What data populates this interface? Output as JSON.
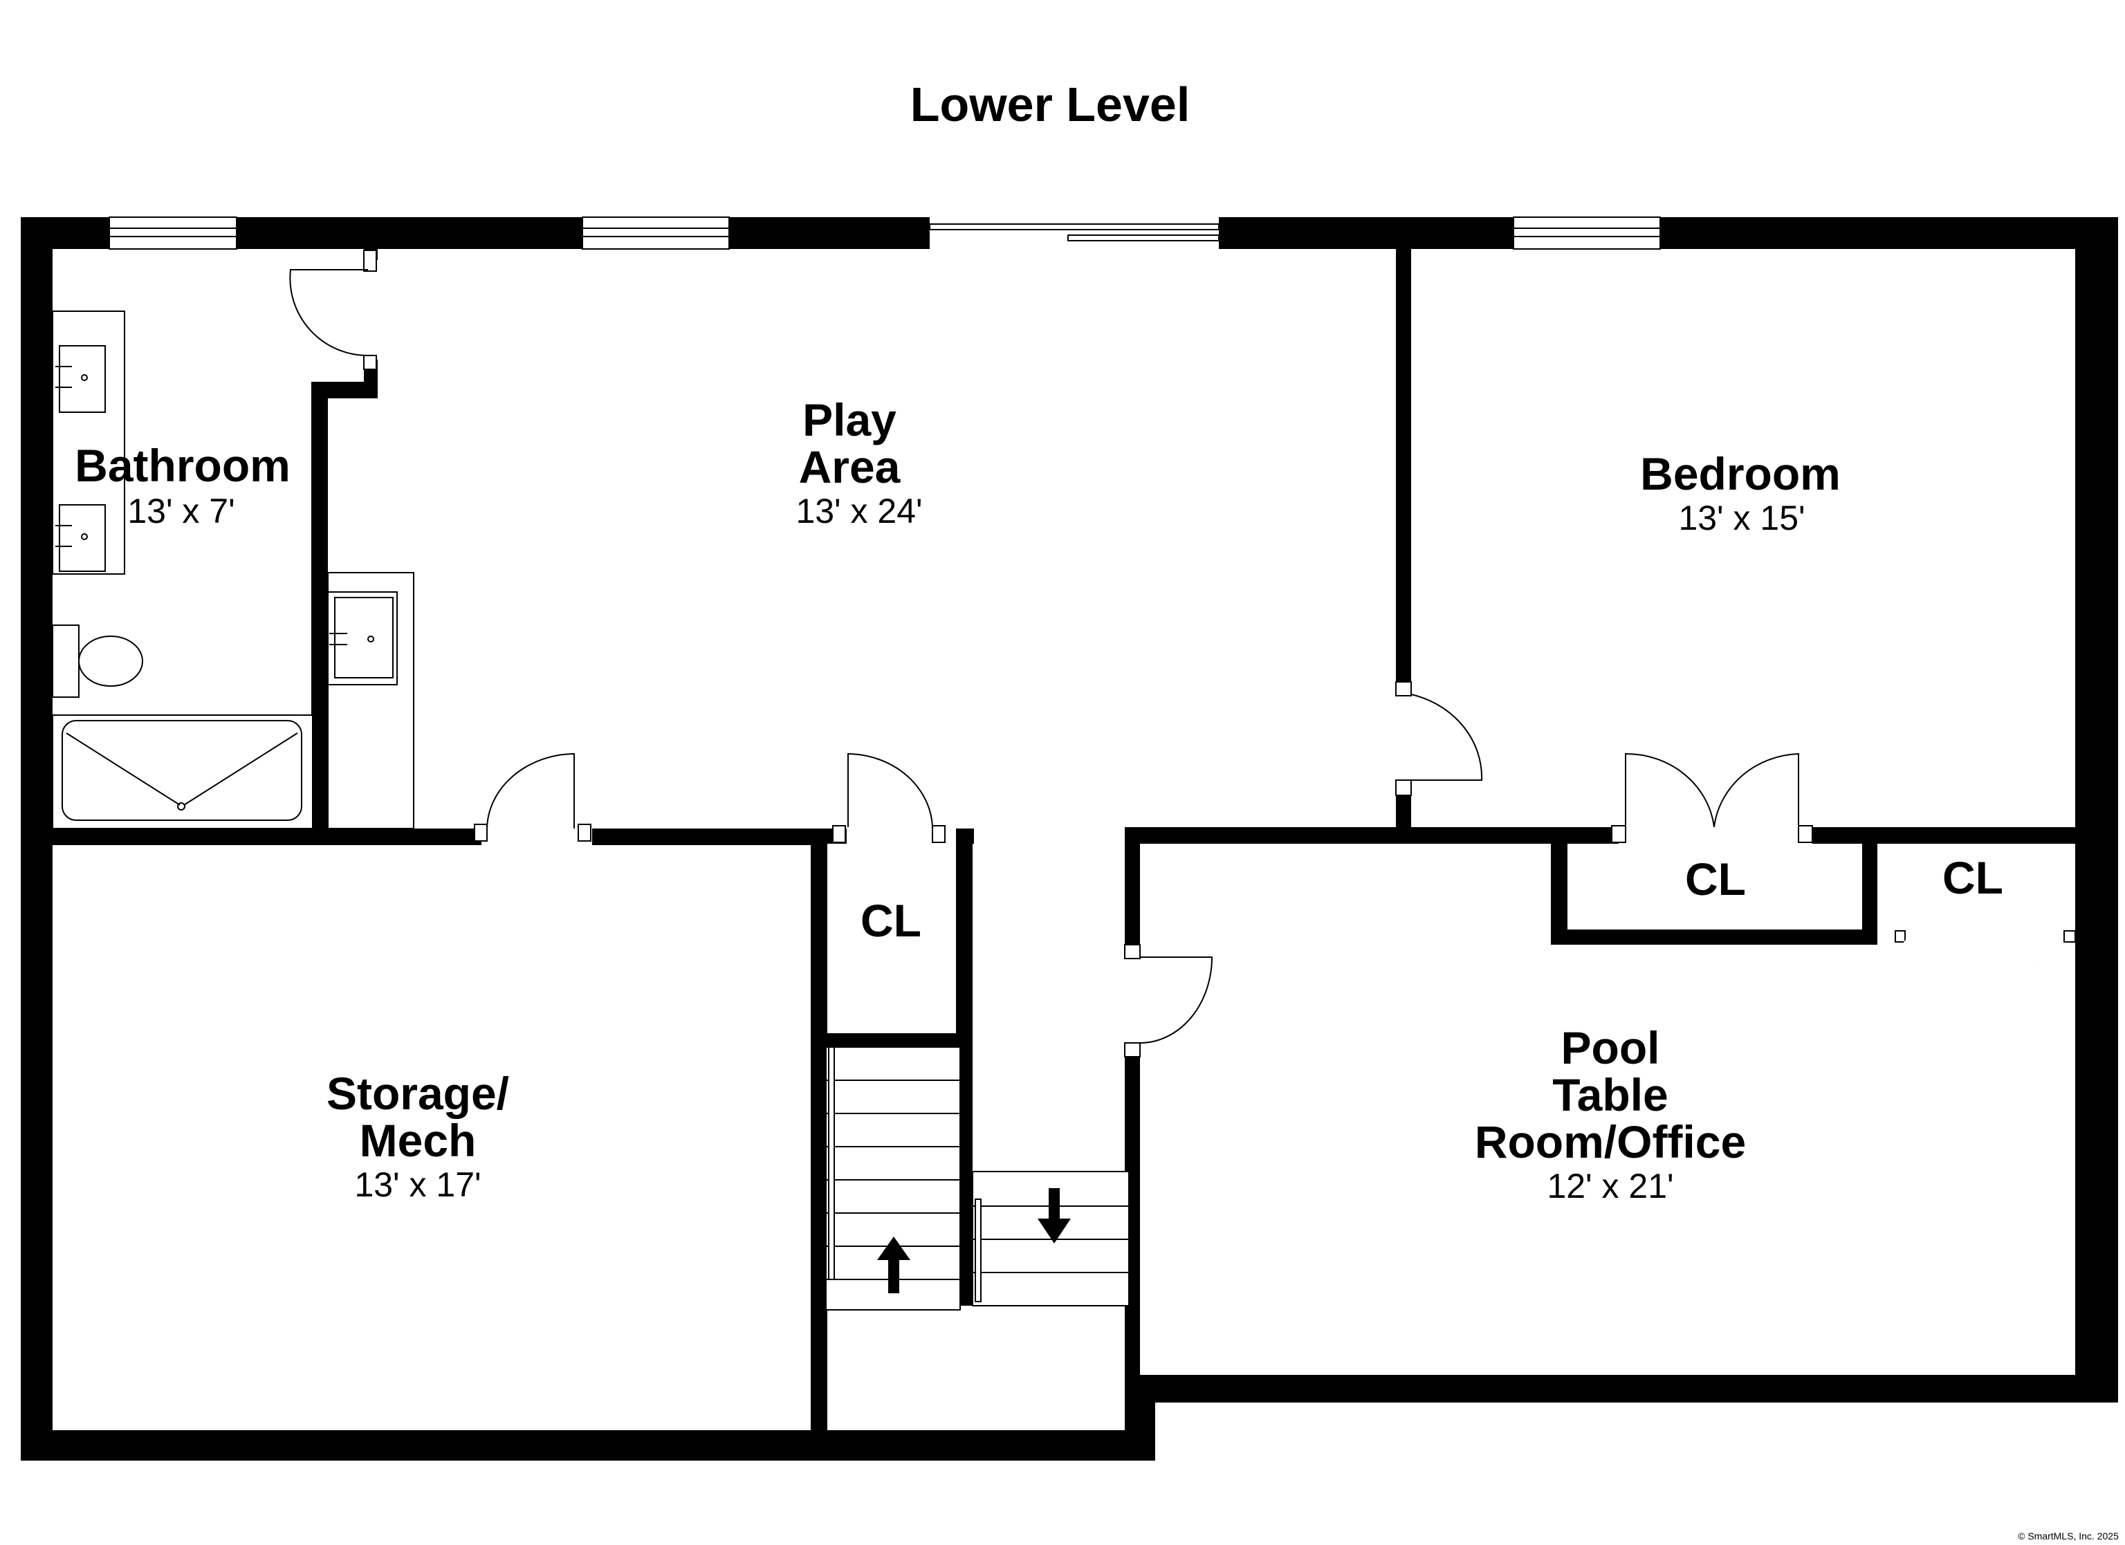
{
  "title": "Lower Level",
  "rooms": {
    "bathroom": {
      "name": "Bathroom",
      "dims": "13' x 7'"
    },
    "play_area": {
      "name_line1": "Play",
      "name_line2": "Area",
      "dims": "13' x 24'"
    },
    "bedroom": {
      "name": "Bedroom",
      "dims": "13' x 15'"
    },
    "storage_mech": {
      "name_line1": "Storage/",
      "name_line2": "Mech",
      "dims": "13' x 17'"
    },
    "pool_table": {
      "name_line1": "Pool",
      "name_line2": "Table",
      "name_line3": "Room/Office",
      "dims": "12' x 21'"
    },
    "closet_hall": {
      "name": "CL"
    },
    "closet_bedroom": {
      "name": "CL"
    },
    "closet_pool": {
      "name": "CL"
    }
  },
  "copyright": "© SmartMLS, Inc. 2025",
  "colors": {
    "wall": "#000000",
    "background": "#ffffff"
  }
}
